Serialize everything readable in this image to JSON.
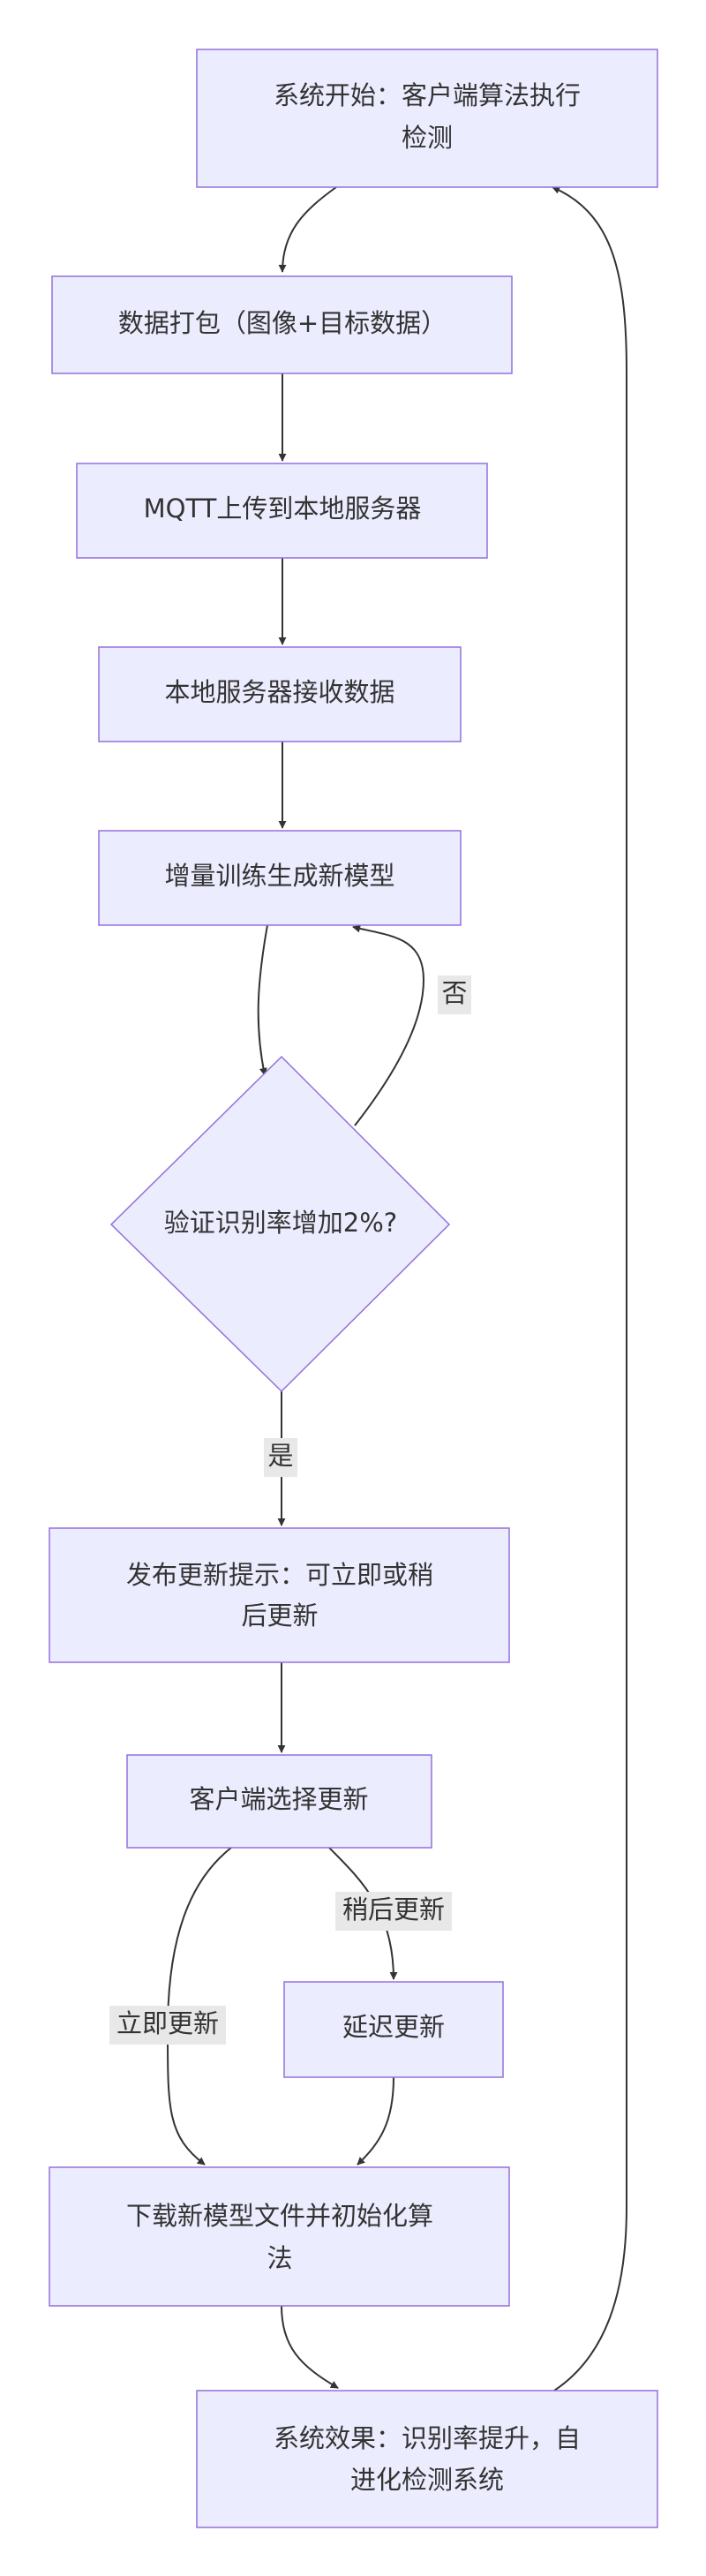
{
  "colors": {
    "node_fill": "#ECECFF",
    "node_stroke": "#9370DB",
    "edge": "#333333",
    "text": "#333333",
    "edge_label_bg": "#e8e8e8"
  },
  "nodes": {
    "start": {
      "lines": [
        "系统开始：客户端算法执行",
        "检测"
      ]
    },
    "package": {
      "lines": [
        "数据打包（图像+目标数据）"
      ]
    },
    "upload": {
      "lines": [
        "MQTT上传到本地服务器"
      ]
    },
    "receive": {
      "lines": [
        "本地服务器接收数据"
      ]
    },
    "train": {
      "lines": [
        "增量训练生成新模型"
      ]
    },
    "verify": {
      "lines": [
        "验证识别率增加2%?"
      ]
    },
    "publish": {
      "lines": [
        "发布更新提示：可立即或稍",
        "后更新"
      ]
    },
    "choose": {
      "lines": [
        "客户端选择更新"
      ]
    },
    "delay": {
      "lines": [
        "延迟更新"
      ]
    },
    "download": {
      "lines": [
        "下载新模型文件并初始化算",
        "法"
      ]
    },
    "effect": {
      "lines": [
        "系统效果：识别率提升，自",
        "进化检测系统"
      ]
    }
  },
  "edge_labels": {
    "no": "否",
    "yes": "是",
    "later": "稍后更新",
    "now": "立即更新"
  }
}
